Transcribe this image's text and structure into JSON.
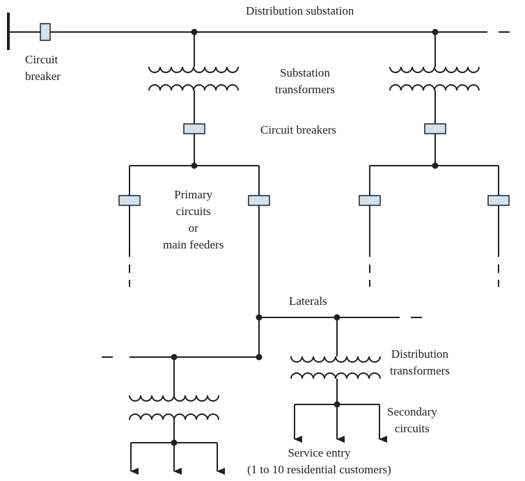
{
  "labels": {
    "distribution_substation": "Distribution substation",
    "circuit_breaker": [
      "Circuit",
      "breaker"
    ],
    "substation_transformers": [
      "Substation",
      "transformers"
    ],
    "circuit_breakers": "Circuit breakers",
    "primary_circuits": [
      "Primary",
      "circuits",
      "or",
      "main feeders"
    ],
    "laterals": "Laterals",
    "distribution_transformers": [
      "Distribution",
      "transformers"
    ],
    "secondary_circuits": [
      "Secondary",
      "circuits"
    ],
    "service_entry": [
      "Service entry",
      "(1 to 10 residential customers)"
    ]
  },
  "colors": {
    "line": "#231f20",
    "breaker_fill": "#cfe3f1"
  }
}
